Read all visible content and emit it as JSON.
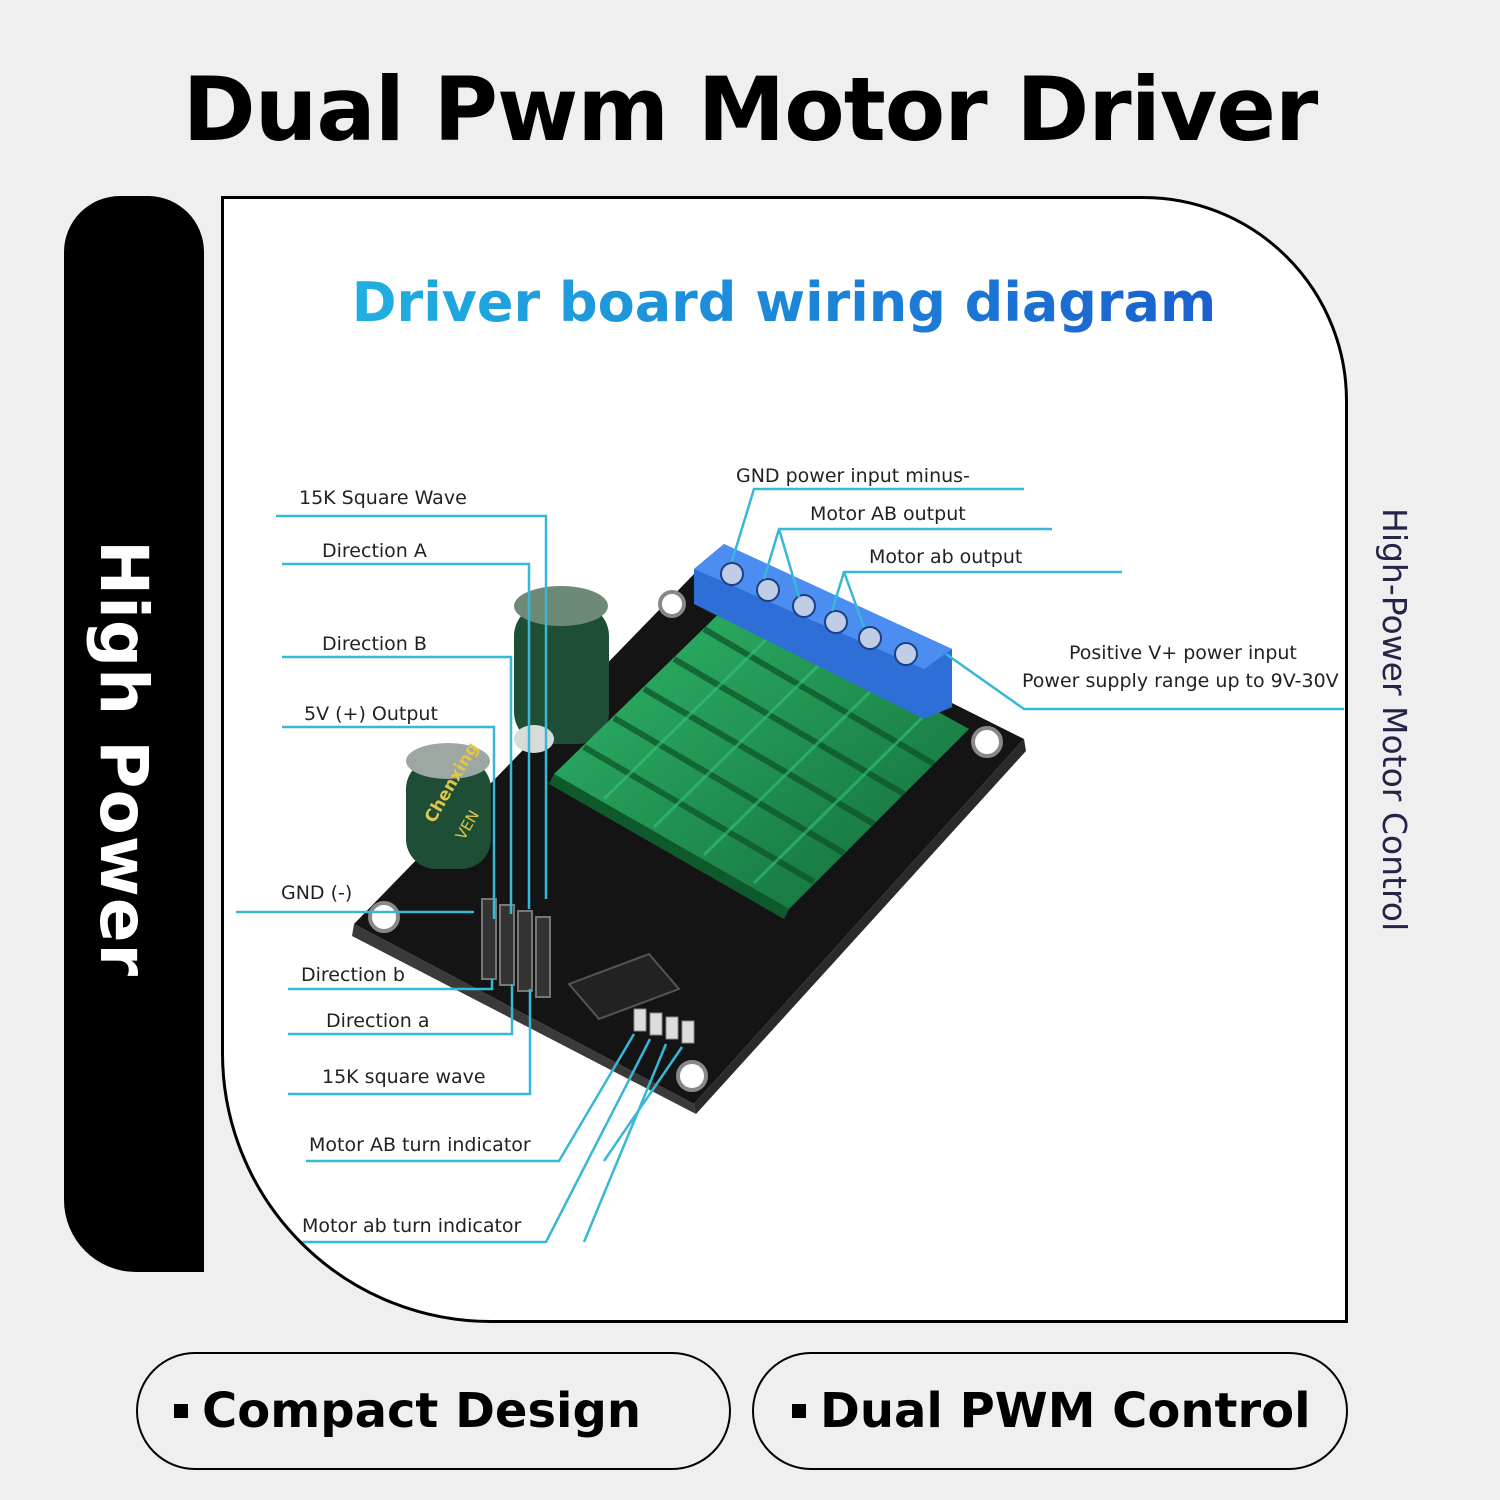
{
  "title": "Dual Pwm Motor Driver",
  "side_label": "High Power",
  "vertical_caption": "High-Power Motor Control",
  "diagram": {
    "heading": "Driver board wiring diagram",
    "labels": {
      "square_wave_15k": "15K Square Wave",
      "direction_a_upper": "Direction A",
      "direction_b_upper": "Direction B",
      "output_5v": "5V (+) Output",
      "gnd": "GND  (-)",
      "direction_b_lower": "Direction b",
      "direction_a_lower": "Direction a",
      "square_wave_15k_lower": "15K square wave",
      "motor_ab_indicator": "Motor AB turn indicator",
      "motor_ab_lower_indicator": "Motor ab turn indicator",
      "gnd_power_input": "GND power input minus-",
      "motor_ab_output": "Motor AB output",
      "motor_ab_lower_output": "Motor ab output",
      "positive_power": "Positive V+ power input",
      "power_range": "Power supply range up to 9V-30V"
    },
    "board_text": {
      "cap_brand": "Chenxing",
      "cap_small": "VEN"
    }
  },
  "features": [
    {
      "label": "Compact Design"
    },
    {
      "label": "Dual PWM Control"
    }
  ],
  "colors": {
    "leader_line": "#38b8d6",
    "heatsink": "#1f8a4d",
    "terminal_block": "#2d6fd6",
    "pcb": "#1b1b1b"
  }
}
